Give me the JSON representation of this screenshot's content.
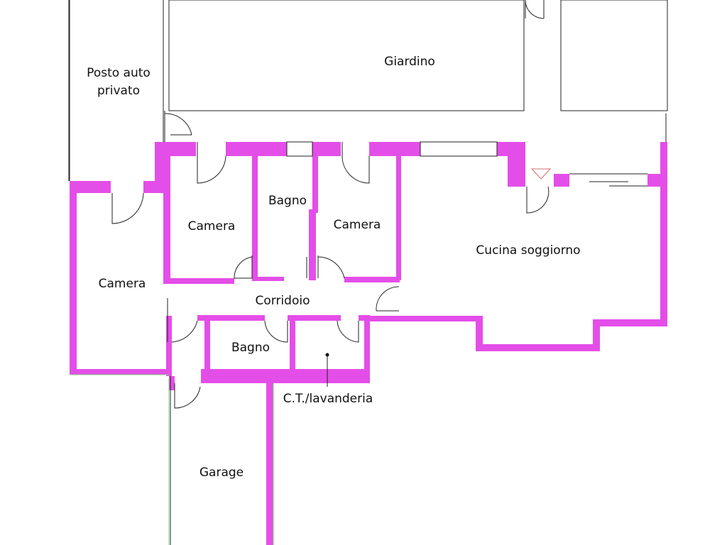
{
  "colors": {
    "wall": "#e44ee8",
    "garden_dots": "#9ccf9c",
    "outline": "#7fcf7f",
    "stair_marker": "#d07070"
  },
  "rooms": {
    "posto_auto": [
      "Posto auto",
      "privato"
    ],
    "giardino": "Giardino",
    "camera_left": "Camera",
    "camera_middle": "Camera",
    "bagno_top": "Bagno",
    "camera_right": "Camera",
    "cucina": "Cucina soggiorno",
    "corridoio": "Corridoio",
    "bagno_bottom": "Bagno",
    "lavanderia": "C.T./lavanderia",
    "garage": "Garage"
  }
}
